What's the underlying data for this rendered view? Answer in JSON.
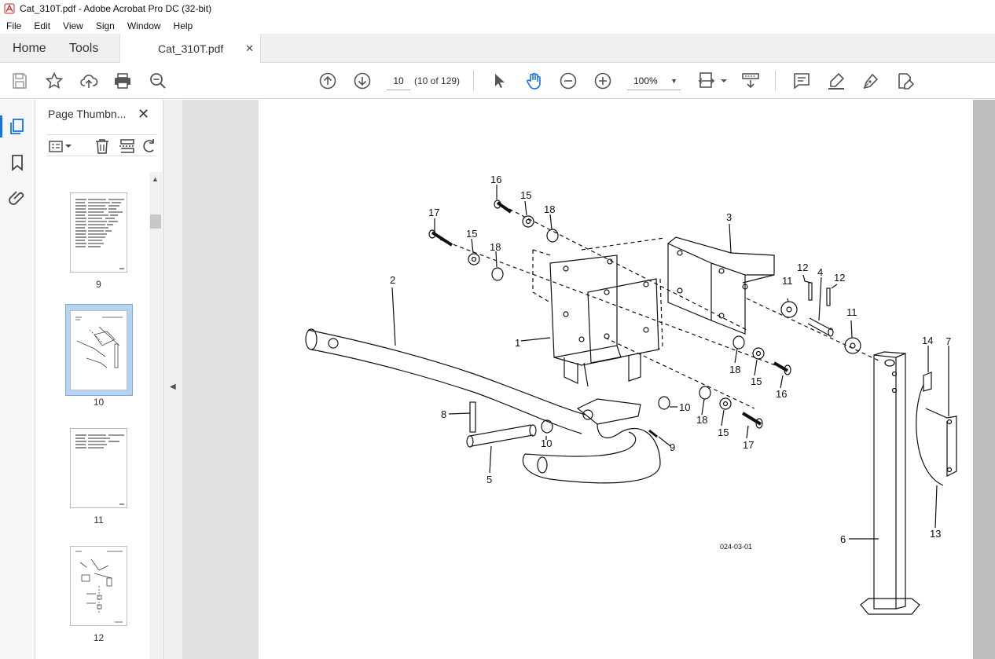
{
  "window": {
    "title": "Cat_310T.pdf - Adobe Acrobat Pro DC (32-bit)"
  },
  "menu": [
    "File",
    "Edit",
    "View",
    "Sign",
    "Window",
    "Help"
  ],
  "tabs": {
    "home": "Home",
    "tools": "Tools",
    "document": "Cat_310T.pdf"
  },
  "toolbar": {
    "page_current": "10",
    "page_count": "(10 of 129)",
    "zoom": "100%"
  },
  "panel": {
    "title": "Page Thumbn...",
    "thumbnails": [
      {
        "label": "9"
      },
      {
        "label": "10"
      },
      {
        "label": "11"
      },
      {
        "label": "12"
      }
    ]
  },
  "drawing": {
    "figure_ref": "024-03-01",
    "callouts": [
      "16",
      "15",
      "18",
      "17",
      "15",
      "18",
      "3",
      "2",
      "12",
      "4",
      "12",
      "11",
      "11",
      "1",
      "14",
      "7",
      "18",
      "15",
      "16",
      "8",
      "10",
      "10",
      "18",
      "15",
      "17",
      "9",
      "5",
      "6",
      "13"
    ]
  }
}
